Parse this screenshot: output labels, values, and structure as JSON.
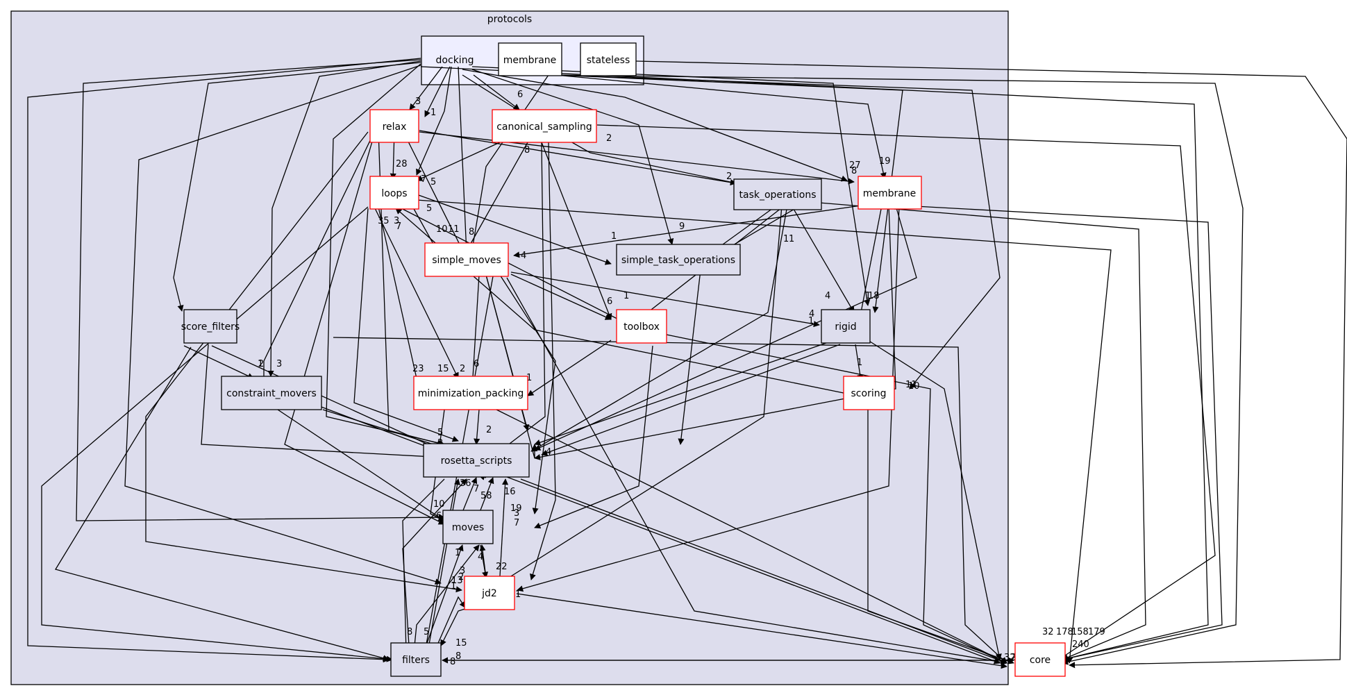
{
  "diagram": {
    "cluster_title": "protocols",
    "subcluster_nodes": [
      "docking",
      "membrane",
      "stateless"
    ],
    "colors": {
      "cluster_fill": "#dddded",
      "subcluster_fill": "#eeeeff",
      "node_fill_white": "#ffffff",
      "node_fill_gray": "#dddded",
      "incomplete_border": "#ff0000",
      "edge": "#000000"
    },
    "nodes": [
      {
        "id": "docking",
        "label": "docking"
      },
      {
        "id": "membrane_top",
        "label": "membrane"
      },
      {
        "id": "stateless",
        "label": "stateless"
      },
      {
        "id": "relax",
        "label": "relax"
      },
      {
        "id": "canonical_sampling",
        "label": "canonical_sampling"
      },
      {
        "id": "loops",
        "label": "loops"
      },
      {
        "id": "task_operations",
        "label": "task_operations"
      },
      {
        "id": "membrane",
        "label": "membrane"
      },
      {
        "id": "simple_moves",
        "label": "simple_moves"
      },
      {
        "id": "simple_task_operations",
        "label": "simple_task_operations"
      },
      {
        "id": "score_filters",
        "label": "score_filters"
      },
      {
        "id": "toolbox",
        "label": "toolbox"
      },
      {
        "id": "rigid",
        "label": "rigid"
      },
      {
        "id": "constraint_movers",
        "label": "constraint_movers"
      },
      {
        "id": "minimization_packing",
        "label": "minimization_packing"
      },
      {
        "id": "scoring",
        "label": "scoring"
      },
      {
        "id": "rosetta_scripts",
        "label": "rosetta_scripts"
      },
      {
        "id": "moves",
        "label": "moves"
      },
      {
        "id": "jd2",
        "label": "jd2"
      },
      {
        "id": "filters",
        "label": "filters"
      },
      {
        "id": "core",
        "label": "core"
      }
    ],
    "edge_labels": [
      "3",
      "1",
      "6",
      "2",
      "28",
      "7",
      "5",
      "8",
      "2",
      "27",
      "19",
      "8",
      "9",
      "1",
      "10",
      "11",
      "1",
      "8",
      "5",
      "1",
      "4",
      "1",
      "4",
      "18",
      "6",
      "1",
      "1",
      "35",
      "3",
      "7",
      "4",
      "23",
      "15",
      "2",
      "6",
      "1",
      "1",
      "3",
      "1",
      "2",
      "10",
      "11",
      "2",
      "5",
      "2",
      "1",
      "4",
      "4",
      "36",
      "7",
      "58",
      "16",
      "10",
      "68",
      "3",
      "19",
      "7",
      "1",
      "4",
      "22",
      "3",
      "1",
      "2",
      "1",
      "13",
      "15",
      "8",
      "5",
      "8",
      "29",
      "8",
      "328",
      "32",
      "178",
      "158",
      "179",
      "240"
    ]
  }
}
